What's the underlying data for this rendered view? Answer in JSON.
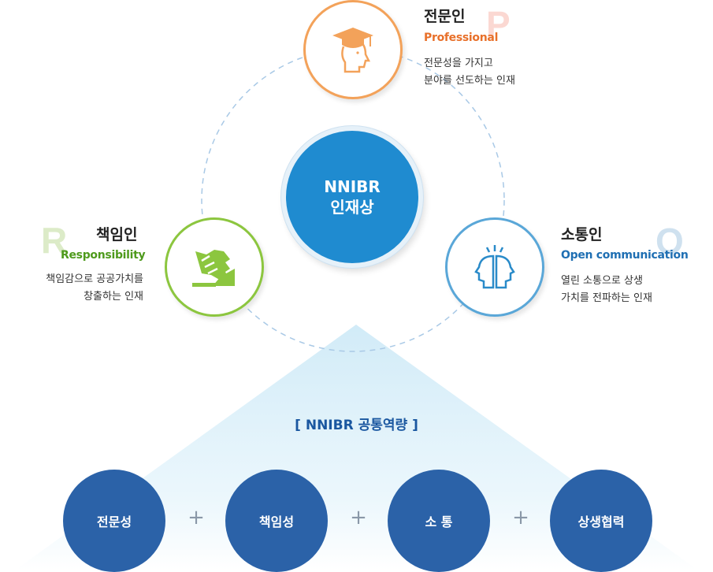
{
  "center": {
    "line1": "NNIBR",
    "line2": "인재상"
  },
  "nodes": {
    "professional": {
      "letter": "P",
      "title": "전문인",
      "subtitle": "Professional",
      "desc1": "전문성을 가지고",
      "desc2": "분야를 선도하는 인재",
      "color": "#f3a25a",
      "sub_color": "#e8702a"
    },
    "responsibility": {
      "letter": "R",
      "title": "책임인",
      "subtitle": "Responsibility",
      "desc1": "책임감으로 공공가치를",
      "desc2": "창출하는 인재",
      "color": "#8cc63f",
      "sub_color": "#4e9a1c"
    },
    "communication": {
      "letter": "O",
      "title": "소통인",
      "subtitle": "Open communication",
      "desc1": "열린 소통으로 상생",
      "desc2": "가치를 전파하는 인재",
      "color": "#5aa7d8",
      "sub_color": "#1f6fb3"
    }
  },
  "competency": {
    "heading": "[ NNIBR 공통역량 ]",
    "items": [
      "전문성",
      "책임성",
      "소 통",
      "상생협력"
    ],
    "plus": "+"
  },
  "colors": {
    "center": "#1f8bd0",
    "bottom_circle": "#2b62a8",
    "heading": "#1a57a0"
  }
}
